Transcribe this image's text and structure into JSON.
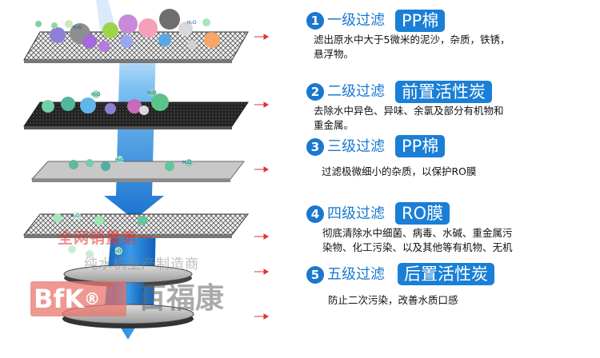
{
  "stages": [
    {
      "num": "1",
      "title": "一级过滤",
      "media": "PP棉",
      "desc_lines": [
        "滤出原水中大于5微米的泥沙，杂质，铁锈，",
        "悬浮物。"
      ]
    },
    {
      "num": "2",
      "title": "二级过滤",
      "media": "前置活性炭",
      "desc_lines": [
        "去除水中异色、异味、余氯及部分有机物和",
        "重金属。"
      ]
    },
    {
      "num": "3",
      "title": "三级过滤",
      "media": "PP棉",
      "desc_lines": [
        "过滤极微细小的杂质，以保护RO膜"
      ]
    },
    {
      "num": "4",
      "title": "四级过滤",
      "media": "RO膜",
      "desc_lines": [
        "彻底清除水中细菌、病毒、水碱、重金属污",
        "染物、化工污染、以及其他等有机物、无机"
      ]
    },
    {
      "num": "5",
      "title": "五级过滤",
      "media": "后置活性炭",
      "desc_lines": [
        "防止二次污染，改善水质口感"
      ]
    }
  ],
  "molecule_label": "H₂O",
  "watermark": {
    "red_text": "全网销量第一",
    "gray_text": "纯水机生产制造商",
    "logo": "BfK",
    "logo_mark": "®",
    "brand": "百福康"
  },
  "colors": {
    "accent": "#1a7fd6",
    "arrow": "#e53030",
    "watermark_red": "#e33232"
  }
}
